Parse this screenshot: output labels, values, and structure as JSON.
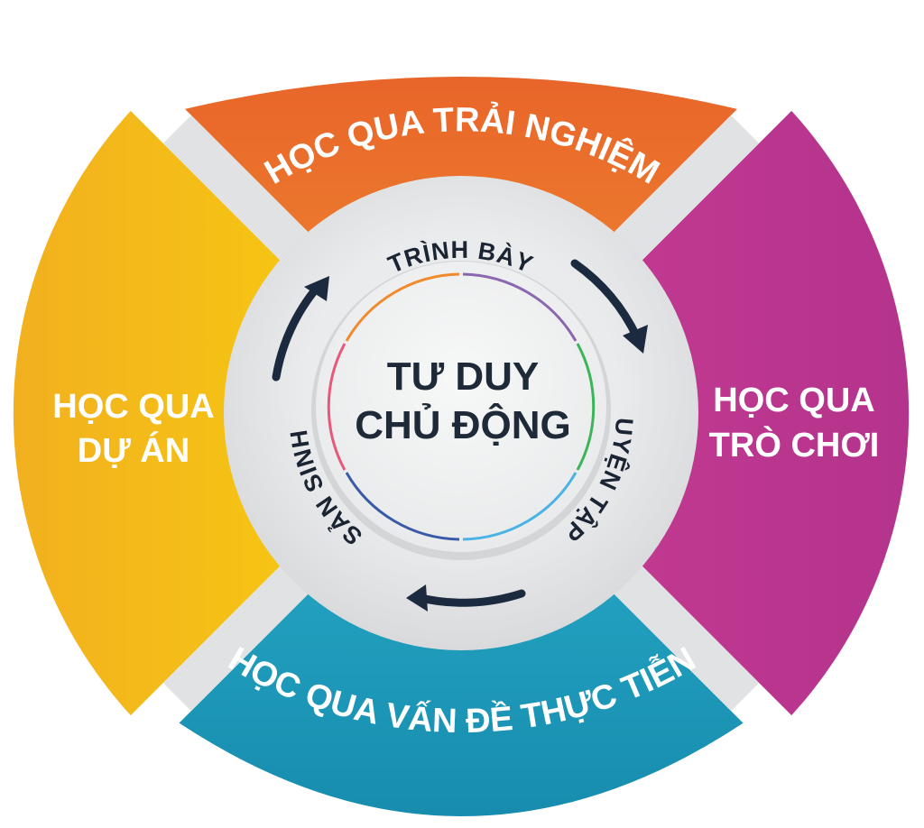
{
  "center": {
    "line1": "TƯ DUY",
    "line2": "CHỦ ĐỘNG"
  },
  "cycle": {
    "step1": "TRÌNH BÀY",
    "step2": "LUYỆN TẬP",
    "step3": "SẢN SINH"
  },
  "segments": {
    "top": "HỌC QUA TRẢI NGHIỆM",
    "right_line1": "HỌC QUA",
    "right_line2": "TRÒ CHƠI",
    "bottom": "HỌC QUA VẤN ĐỀ THỰC TIỄN",
    "left_line1": "HỌC QUA",
    "left_line2": "DỰ ÁN"
  },
  "colors": {
    "orange": "#ec7a2c",
    "pink": "#bf3790",
    "teal": "#22a2c2",
    "yellow": "#f5c115",
    "dark": "#1b2a3e",
    "gray": "#e2e3e5"
  }
}
